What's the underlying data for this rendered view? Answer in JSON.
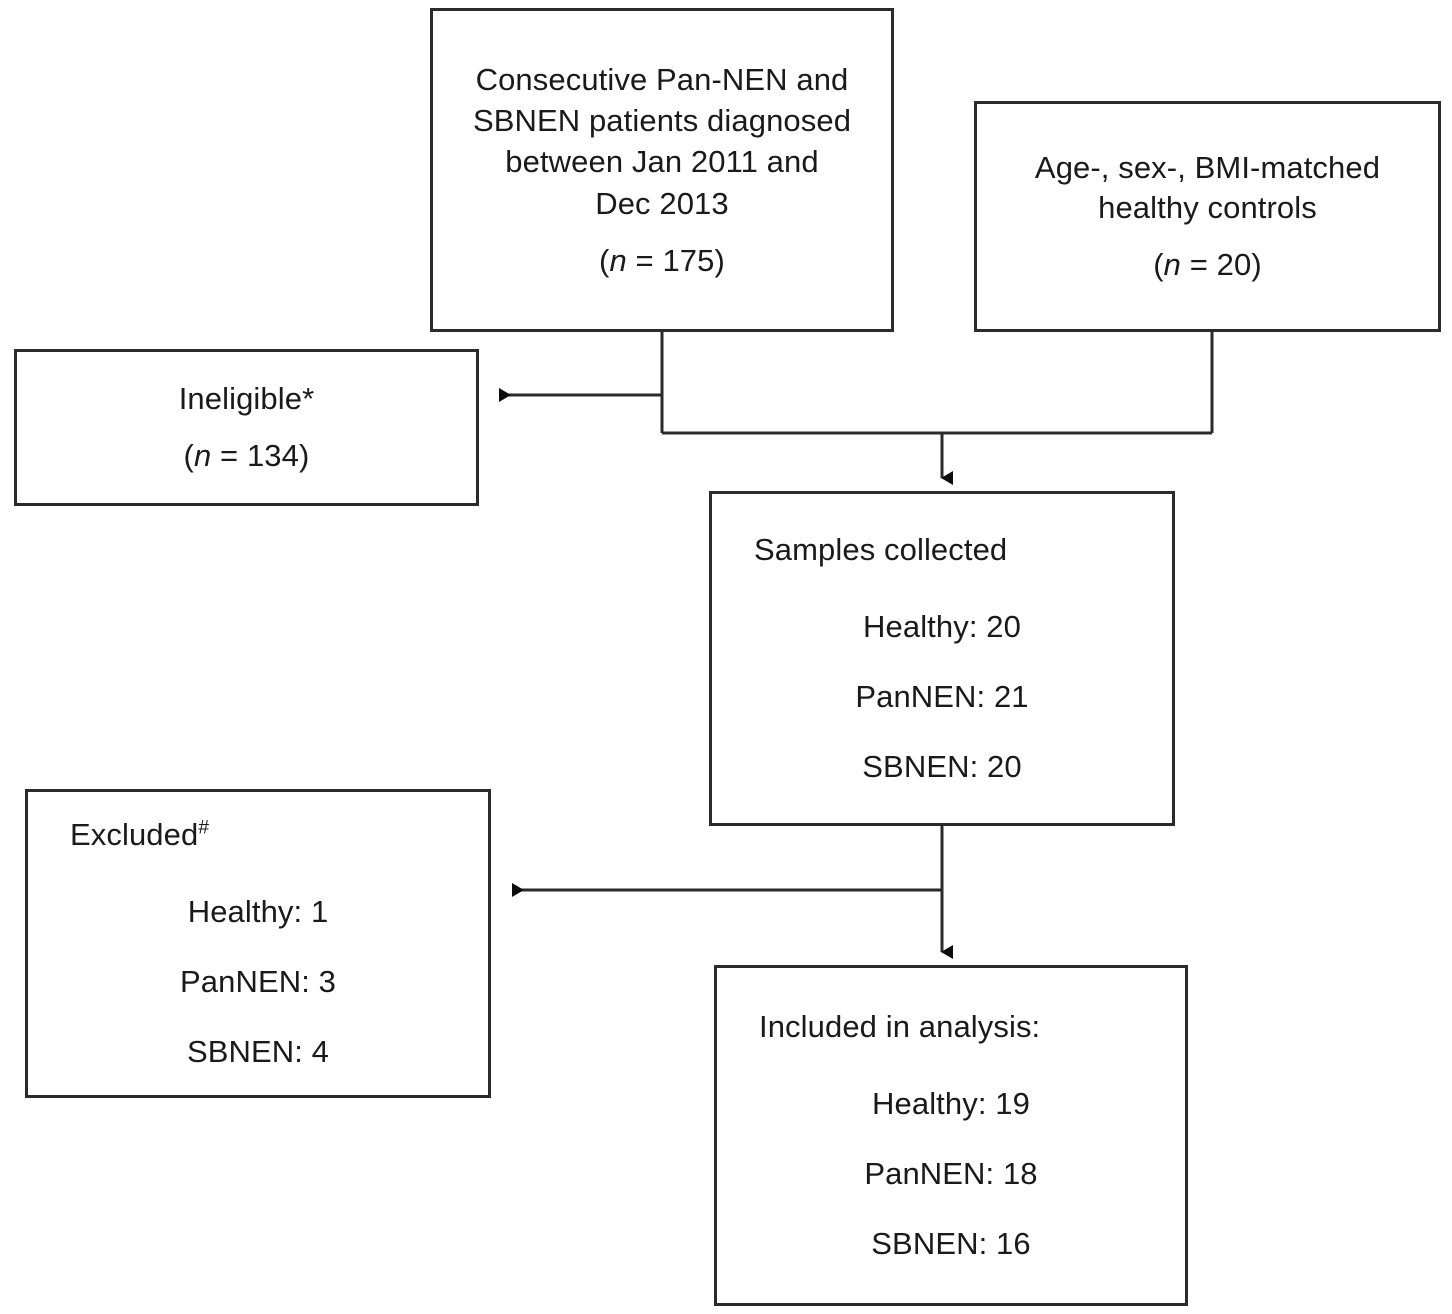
{
  "diagram": {
    "type": "study-flow-diagram",
    "line_color": "#2b2b2b",
    "background": "#ffffff",
    "nodes": {
      "consecutive_patients": {
        "lines": [
          "Consecutive Pan-NEN and",
          "SBNEN patients diagnosed",
          "between Jan 2011 and",
          "Dec 2013"
        ],
        "n_prefix": "(",
        "n_symbol": "n",
        "n_equals": " = ",
        "n_value": "175",
        "n_suffix": ")"
      },
      "healthy_controls": {
        "lines": [
          "Age-, sex-, BMI-matched",
          "healthy controls"
        ],
        "n_prefix": "(",
        "n_symbol": "n",
        "n_equals": " = ",
        "n_value": "20",
        "n_suffix": ")"
      },
      "ineligible": {
        "heading": "Ineligible",
        "marker": "*",
        "n_prefix": "(",
        "n_symbol": "n",
        "n_equals": " = ",
        "n_value": "134",
        "n_suffix": ")"
      },
      "samples_collected": {
        "heading": "Samples collected",
        "stats": [
          "Healthy: 20",
          "PanNEN: 21",
          "SBNEN: 20"
        ]
      },
      "excluded": {
        "heading": "Excluded",
        "marker": "#",
        "stats": [
          "Healthy: 1",
          "PanNEN: 3",
          "SBNEN: 4"
        ]
      },
      "included_in_analysis": {
        "heading": "Included in analysis:",
        "stats": [
          "Healthy: 19",
          "PanNEN: 18",
          "SBNEN: 16"
        ]
      }
    }
  }
}
